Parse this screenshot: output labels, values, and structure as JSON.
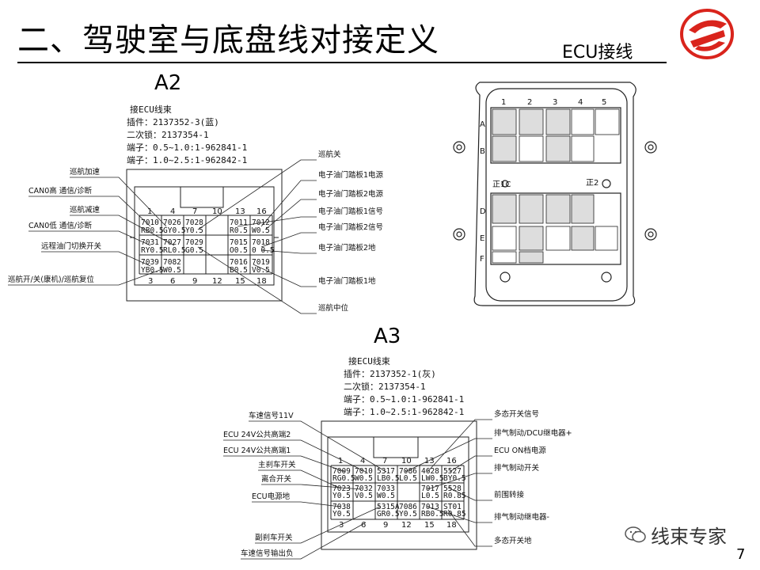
{
  "header": {
    "title": "二、驾驶室与底盘线对接定义",
    "subtitle": "ECU接线",
    "page_number": "7"
  },
  "watermark": {
    "text": "线束专家",
    "icon": "wechat-icon"
  },
  "a2": {
    "heading": "A2",
    "info": [
      "接ECU线束",
      "插件：2137352-3(蓝)",
      "二次锁：2137354-1",
      "端子：0.5~1.0:1-962841-1",
      "端子：1.0~2.5:1-962842-1"
    ],
    "pins_top": [
      "1",
      "4",
      "7",
      "10",
      "13",
      "16"
    ],
    "pins_bottom": [
      "3",
      "6",
      "9",
      "12",
      "15",
      "18"
    ],
    "cells": [
      [
        "7010",
        "RB0.5"
      ],
      [
        "7026",
        "GY0.5"
      ],
      [
        "7028",
        "Y0.5"
      ],
      [
        "7011",
        "R0.5"
      ],
      [
        "7012",
        "W0.5"
      ],
      [
        "7031",
        "RY0.5"
      ],
      [
        "7027",
        "RL0.5"
      ],
      [
        "7029",
        "G0.5"
      ],
      [
        "7015",
        "O0.5"
      ],
      [
        "7018",
        "0 0.5"
      ],
      [
        "7039",
        "YB0.5"
      ],
      [
        "7082",
        "W0.5"
      ],
      [
        "7016",
        "B0.5"
      ],
      [
        "7019",
        "V0.5"
      ]
    ],
    "labels_left": [
      "巡航加速",
      "CAN0高  通信/诊断",
      "巡航减速",
      "CAN0低  通信/诊断",
      "远程油门切换开关",
      "巡航开/关(康机)/巡航复位"
    ],
    "labels_right": [
      "巡航关",
      "电子油门踏板1电源",
      "电子油门踏板2电源",
      "电子油门踏板1信号",
      "电子油门踏板2信号",
      "电子油门踏板2地",
      "电子油门踏板1地",
      "巡航中位"
    ]
  },
  "a3": {
    "heading": "A3",
    "info": [
      "接ECU线束",
      "插件：2137352-1(灰)",
      "二次锁：2137354-1",
      "端子：0.5~1.0:1-962841-1",
      "端子：1.0~2.5:1-962842-1"
    ],
    "pins_top": [
      "1",
      "4",
      "7",
      "10",
      "13",
      "16"
    ],
    "pins_bottom": [
      "3",
      "6",
      "9",
      "12",
      "15",
      "18"
    ],
    "cells": [
      [
        "7009",
        "RG0.5"
      ],
      [
        "7010",
        "W0.5"
      ],
      [
        "5317",
        "LB0.5"
      ],
      [
        "7086",
        "L0.5"
      ],
      [
        "4628",
        "LW0.5"
      ],
      [
        "5527",
        "BY0.5"
      ],
      [
        "7023",
        "Y0.5"
      ],
      [
        "7032",
        "V0.5"
      ],
      [
        "7033",
        "W0.5"
      ],
      [
        "7017",
        "L0.5"
      ],
      [
        "5528",
        "R0.85"
      ],
      [
        "7038",
        "Y0.5"
      ],
      [
        "5315A",
        "GR0.5"
      ],
      [
        "7086",
        "Y0.5"
      ],
      [
        "7013",
        "RB0.5"
      ],
      [
        "ST01",
        "R0.85"
      ]
    ],
    "labels_left": [
      "车速信号11V",
      "ECU 24V公共高端2",
      "ECU 24V公共高端1",
      "主刹车开关",
      "离合开关",
      "ECU电源地",
      "副刹车开关",
      "车速信号输出负"
    ],
    "labels_right": [
      "多态开关信号",
      "排气制动/DCU继电器+",
      "ECU ON档电源",
      "排气制动开关",
      "前围转接",
      "排气制动继电器-",
      "多态开关地"
    ]
  },
  "ecu_box": {
    "cols": [
      "1",
      "2",
      "3",
      "4",
      "5"
    ],
    "rows": [
      "A",
      "B",
      "D",
      "E",
      "F"
    ],
    "labels": [
      "正1C",
      "正2"
    ]
  }
}
